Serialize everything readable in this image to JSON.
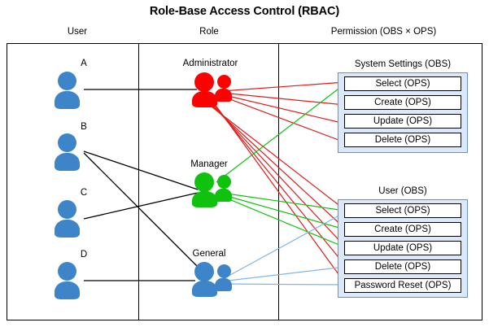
{
  "title": "Role-Base Access Control (RBAC)",
  "columns": [
    {
      "key": "user",
      "label": "User"
    },
    {
      "key": "role",
      "label": "Role"
    },
    {
      "key": "permission",
      "label": "Permission (OBS × OPS)"
    }
  ],
  "users": [
    {
      "id": "A",
      "label": "A",
      "color": "#3d85c8"
    },
    {
      "id": "B",
      "label": "B",
      "color": "#3d85c8"
    },
    {
      "id": "C",
      "label": "C",
      "color": "#3d85c8"
    },
    {
      "id": "D",
      "label": "D",
      "color": "#3d85c8"
    }
  ],
  "roles": [
    {
      "id": "administrator",
      "label": "Administrator",
      "color": "#ff0000"
    },
    {
      "id": "manager",
      "label": "Manager",
      "color": "#0ec20e"
    },
    {
      "id": "general",
      "label": "General",
      "color": "#3d85c8"
    }
  ],
  "permission_groups": [
    {
      "id": "system-settings",
      "title": "System Settings (OBS)",
      "operations": [
        "Select (OPS)",
        "Create (OPS)",
        "Update (OPS)",
        "Delete (OPS)"
      ]
    },
    {
      "id": "user",
      "title": "User (OBS)",
      "operations": [
        "Select (OPS)",
        "Create (OPS)",
        "Update (OPS)",
        "Delete (OPS)",
        "Password Reset (OPS)"
      ]
    }
  ],
  "user_role_assignments": [
    {
      "user": "A",
      "role": "administrator"
    },
    {
      "user": "B",
      "role": "manager"
    },
    {
      "user": "B",
      "role": "general"
    },
    {
      "user": "C",
      "role": "manager"
    },
    {
      "user": "D",
      "role": "general"
    }
  ],
  "role_permission_assignments": [
    {
      "role": "administrator",
      "group": "system-settings",
      "operation": "Select (OPS)"
    },
    {
      "role": "administrator",
      "group": "system-settings",
      "operation": "Create (OPS)"
    },
    {
      "role": "administrator",
      "group": "system-settings",
      "operation": "Update (OPS)"
    },
    {
      "role": "administrator",
      "group": "system-settings",
      "operation": "Delete (OPS)"
    },
    {
      "role": "administrator",
      "group": "user",
      "operation": "Select (OPS)"
    },
    {
      "role": "administrator",
      "group": "user",
      "operation": "Create (OPS)"
    },
    {
      "role": "administrator",
      "group": "user",
      "operation": "Update (OPS)"
    },
    {
      "role": "administrator",
      "group": "user",
      "operation": "Delete (OPS)"
    },
    {
      "role": "administrator",
      "group": "user",
      "operation": "Password Reset (OPS)"
    },
    {
      "role": "manager",
      "group": "system-settings",
      "operation": "Select (OPS)"
    },
    {
      "role": "manager",
      "group": "user",
      "operation": "Select (OPS)"
    },
    {
      "role": "manager",
      "group": "user",
      "operation": "Create (OPS)"
    },
    {
      "role": "manager",
      "group": "user",
      "operation": "Update (OPS)"
    },
    {
      "role": "general",
      "group": "user",
      "operation": "Select (OPS)"
    },
    {
      "role": "general",
      "group": "user",
      "operation": "Delete (OPS)"
    },
    {
      "role": "general",
      "group": "user",
      "operation": "Password Reset (OPS)"
    }
  ],
  "colors": {
    "administrator": "#ff0000",
    "manager": "#0ec20e",
    "general": "#3d85c8",
    "user_icon": "#3d85c8",
    "link_user_role": "#000000",
    "obs_fill": "#dae8fc",
    "obs_border": "#6c8ebf",
    "ops_fill": "#ffffff",
    "ops_border": "#000000"
  }
}
